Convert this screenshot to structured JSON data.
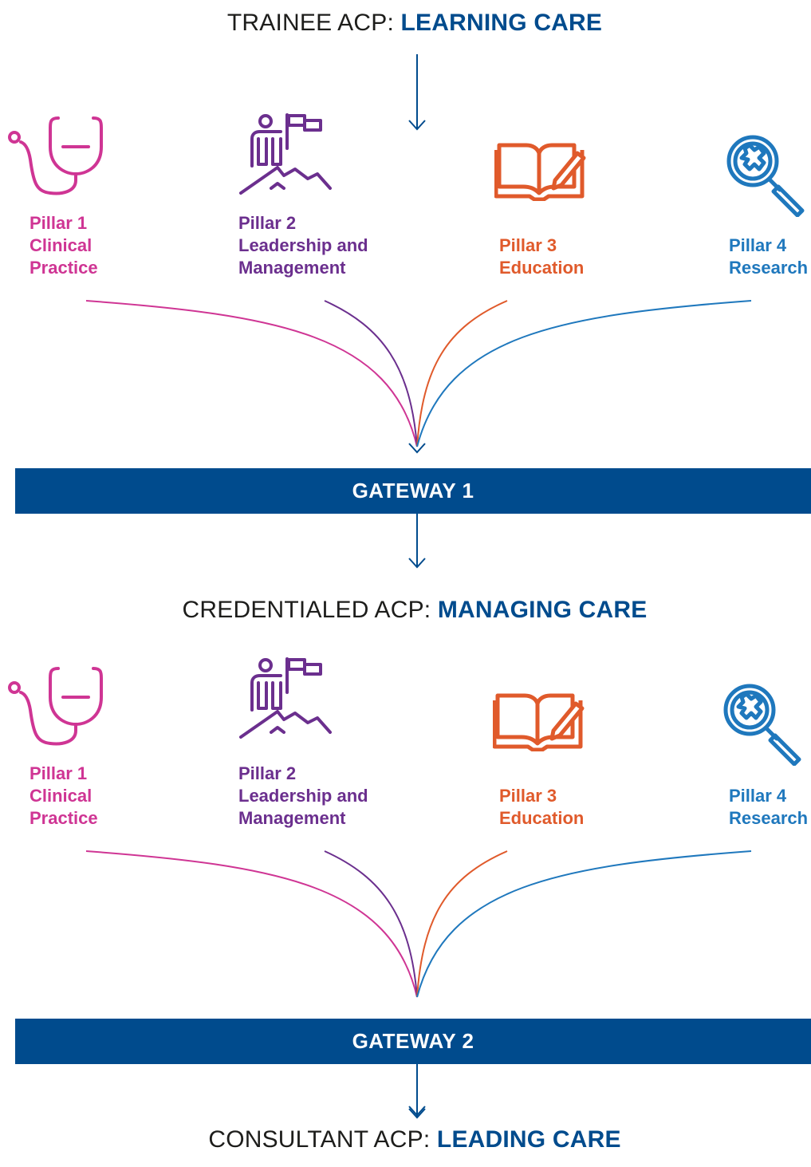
{
  "colors": {
    "nhs_blue": "#004b8d",
    "clinical": "#cf3594",
    "leadership": "#6b2f8e",
    "education": "#e05a2b",
    "research": "#1f78bd",
    "text": "#1d1d1b"
  },
  "stages": [
    {
      "prefix": "TRAINEE ACP: ",
      "emphasis": "LEARNING CARE"
    },
    {
      "prefix": "CREDENTIALED ACP: ",
      "emphasis": "MANAGING CARE"
    },
    {
      "prefix": "CONSULTANT ACP: ",
      "emphasis": "LEADING CARE"
    }
  ],
  "gateways": [
    "GATEWAY 1",
    "GATEWAY 2"
  ],
  "pillar_rows": [
    {
      "pillars": [
        {
          "icon": "stethoscope-icon",
          "lines": [
            "Pillar 1",
            "Clinical",
            "Practice"
          ]
        },
        {
          "icon": "mountain-flag-icon",
          "lines": [
            "Pillar 2",
            "Leadership and",
            "Management"
          ]
        },
        {
          "icon": "book-pencil-icon",
          "lines": [
            "Pillar 3",
            "Education"
          ]
        },
        {
          "icon": "magnifier-puzzle-icon",
          "lines": [
            "Pillar 4",
            "Research"
          ]
        }
      ]
    },
    {
      "pillars": [
        {
          "icon": "stethoscope-icon",
          "lines": [
            "Pillar 1",
            "Clinical",
            "Practice"
          ]
        },
        {
          "icon": "mountain-flag-icon",
          "lines": [
            "Pillar 2",
            "Leadership and",
            "Management"
          ]
        },
        {
          "icon": "book-pencil-icon",
          "lines": [
            "Pillar 3",
            "Education"
          ]
        },
        {
          "icon": "magnifier-puzzle-icon",
          "lines": [
            "Pillar 4",
            "Research"
          ]
        }
      ]
    }
  ]
}
